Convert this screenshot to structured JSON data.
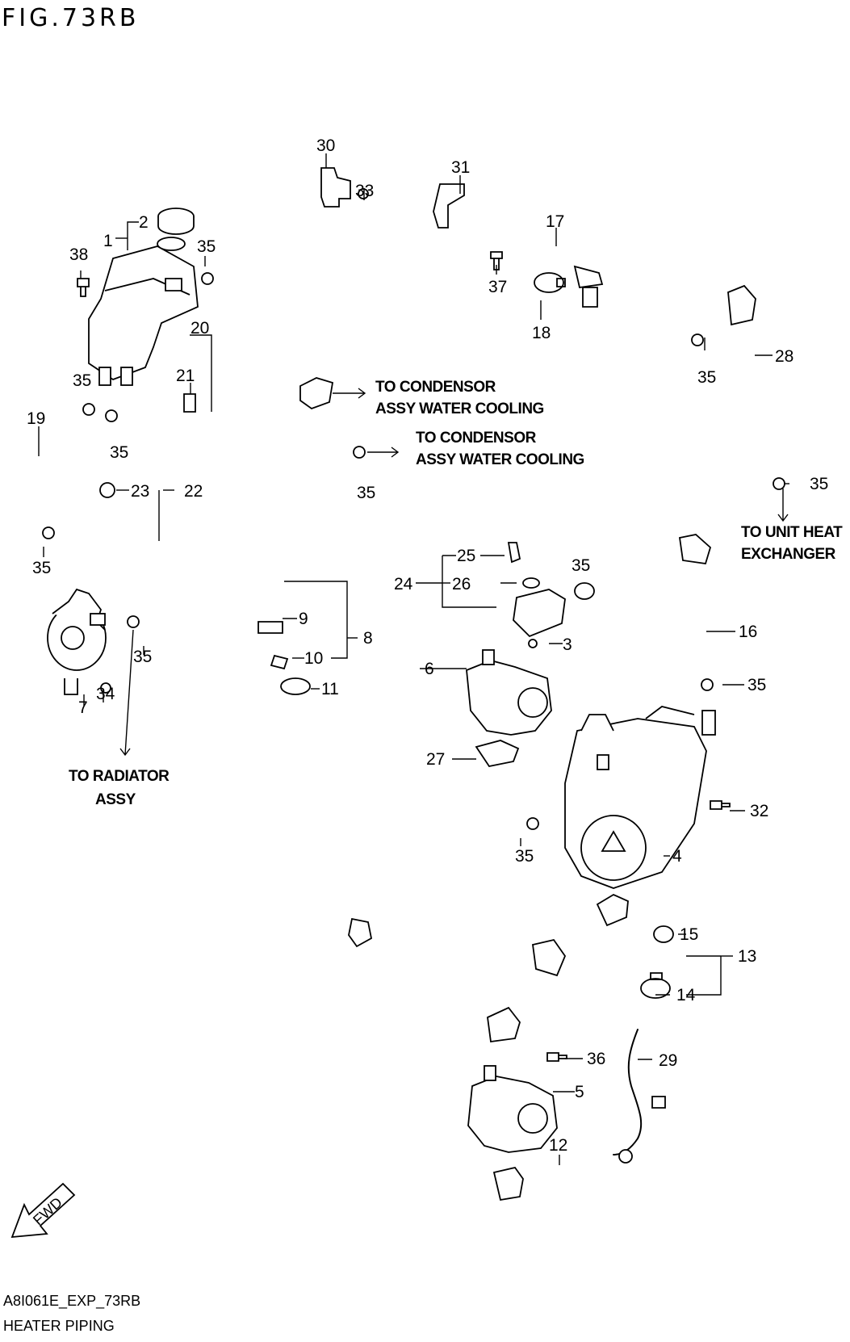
{
  "figure": {
    "title": "FIG.73RB",
    "drawing_code": "A8I061E_EXP_73RB",
    "caption": "HEATER PIPING",
    "fwd_label": "FWD"
  },
  "notes": {
    "condenser_1_line1": "TO CONDENSOR",
    "condenser_1_line2": "ASSY WATER COOLING",
    "condenser_2_line1": "TO CONDENSOR",
    "condenser_2_line2": "ASSY WATER COOLING",
    "heat_exchanger_line1": "TO UNIT HEAT",
    "heat_exchanger_line2": "EXCHANGER",
    "radiator_line1": "TO RADIATOR",
    "radiator_line2": "ASSY"
  },
  "callouts": {
    "c1": "1",
    "c2": "2",
    "c3": "3",
    "c4": "4",
    "c5": "5",
    "c6": "6",
    "c7": "7",
    "c8": "8",
    "c9": "9",
    "c10": "10",
    "c11": "11",
    "c12": "12",
    "c13": "13",
    "c14": "14",
    "c15": "15",
    "c16": "16",
    "c17": "17",
    "c18": "18",
    "c19": "19",
    "c20": "20",
    "c21": "21",
    "c22": "22",
    "c23": "23",
    "c24": "24",
    "c25": "25",
    "c26": "26",
    "c27": "27",
    "c28": "28",
    "c29": "29",
    "c30": "30",
    "c31": "31",
    "c32": "32",
    "c33": "33",
    "c34": "34",
    "c35": "35",
    "c36": "36",
    "c37": "37",
    "c38": "38"
  }
}
